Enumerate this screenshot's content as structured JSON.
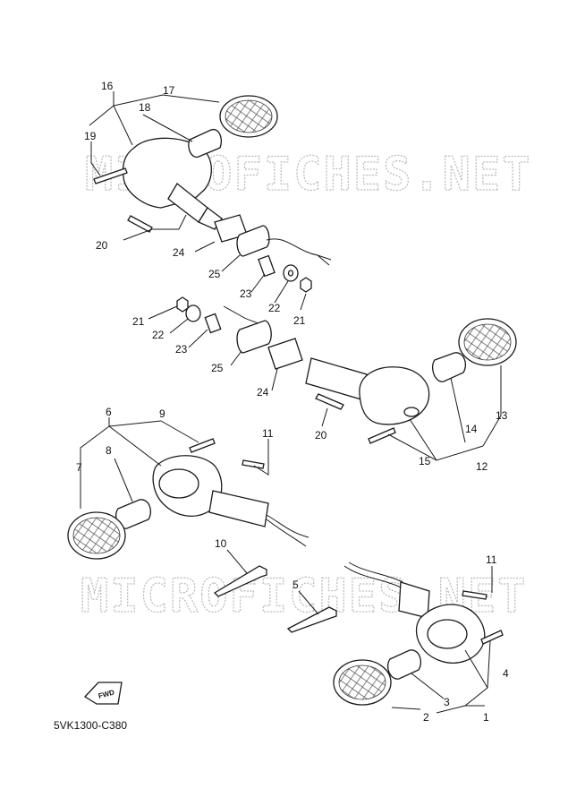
{
  "diagram_code": "5VK1300-C380",
  "watermark": "MICROFICHES.NET",
  "fwd_label": "FWD",
  "callouts": {
    "c1": "1",
    "c2": "2",
    "c3": "3",
    "c4": "4",
    "c5": "5",
    "c6": "6",
    "c7": "7",
    "c8": "8",
    "c9": "9",
    "c10": "10",
    "c11a": "11",
    "c11b": "11",
    "c12": "12",
    "c13": "13",
    "c14": "14",
    "c15": "15",
    "c16": "16",
    "c17": "17",
    "c18": "18",
    "c19": "19",
    "c20a": "20",
    "c20b": "20",
    "c21a": "21",
    "c21b": "21",
    "c22a": "22",
    "c22b": "22",
    "c23a": "23",
    "c23b": "23",
    "c24a": "24",
    "c24b": "24",
    "c25a": "25",
    "c25b": "25"
  }
}
